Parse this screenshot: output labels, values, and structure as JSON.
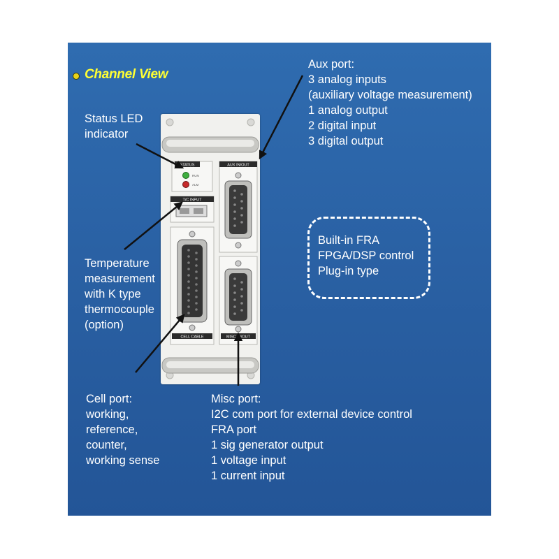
{
  "title": "Channel View",
  "colors": {
    "background": "#2a61a4",
    "title": "#ffff33",
    "text": "#ffffff",
    "bullet": "#e8d21a"
  },
  "labels": {
    "status_led": [
      "Status LED",
      "indicator"
    ],
    "aux_port": [
      "Aux port:",
      "3 analog inputs",
      "(auxiliary voltage measurement)",
      "1 analog output",
      "2 digital input",
      "3 digital output"
    ],
    "temperature": [
      "Temperature",
      "measurement",
      "with K type",
      "thermocouple",
      "(option)"
    ],
    "cell_port": [
      "Cell port:",
      "working,",
      "reference,",
      "counter,",
      "working sense"
    ],
    "misc_port": [
      "Misc port:",
      "I2C com port for external device control",
      "FRA port",
      "1 sig generator output",
      "1 voltage input",
      "1 current input"
    ],
    "fra_box": [
      "Built-in FRA",
      "FPGA/DSP control",
      "Plug-in type"
    ]
  },
  "panel": {
    "status_label": "STATUS",
    "aux_label": "AUX IN/OUT",
    "tc_label": "T/C INPUT",
    "cell_label": "CELL CABLE",
    "misc_label": "MISC IN/OUT",
    "led_run": "RUN",
    "led_alarm": "ALM"
  }
}
